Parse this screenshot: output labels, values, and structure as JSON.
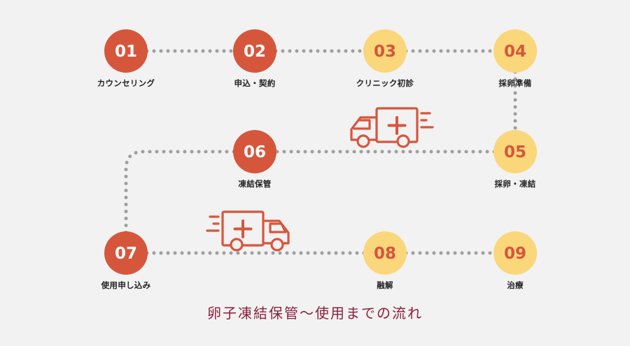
{
  "title": "卵子凍結保管〜使用までの流れ",
  "colors": {
    "done": "#d6563c",
    "pending": "#fbd77b",
    "pending_text": "#d6563c",
    "done_text": "#ffffff",
    "line": "#9e9e9e",
    "truck": "#d6563c",
    "title": "#8b1f3c"
  },
  "steps": [
    {
      "num": "01",
      "label": "カウンセリング",
      "state": "done"
    },
    {
      "num": "02",
      "label": "申込・契約",
      "state": "done"
    },
    {
      "num": "03",
      "label": "クリニック初診",
      "state": "pending"
    },
    {
      "num": "04",
      "label": "採卵準備",
      "state": "pending"
    },
    {
      "num": "05",
      "label": "採卵・凍結",
      "state": "pending"
    },
    {
      "num": "06",
      "label": "凍結保管",
      "state": "done"
    },
    {
      "num": "07",
      "label": "使用申し込み",
      "state": "done"
    },
    {
      "num": "08",
      "label": "融解",
      "state": "pending"
    },
    {
      "num": "09",
      "label": "治療",
      "state": "pending"
    }
  ],
  "icons": {
    "truck_upper": "ambulance-truck-icon",
    "truck_lower": "ambulance-truck-icon"
  }
}
